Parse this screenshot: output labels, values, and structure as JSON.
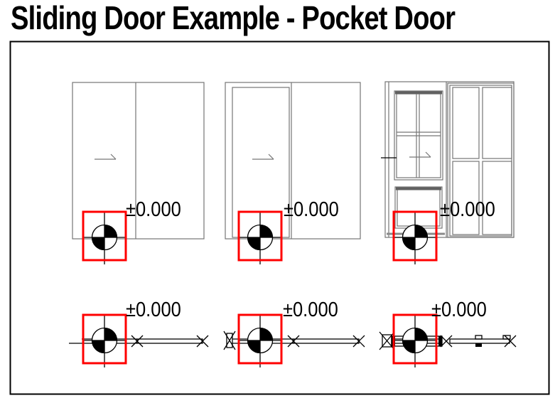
{
  "title": "Sliding Door Example - Pocket Door",
  "colors": {
    "accent_red": "#ff0000",
    "line_gray": "#767676"
  },
  "drawing": {
    "views": [
      {
        "id": "elevation-two-panel-sliding",
        "level": "±0.000"
      },
      {
        "id": "elevation-pocket-door-leaf",
        "level": "±0.000"
      },
      {
        "id": "elevation-glazed-pocket-door",
        "level": "±0.000"
      },
      {
        "id": "plan-sliding-door-1",
        "level": "±0.000"
      },
      {
        "id": "plan-sliding-door-2",
        "level": "±0.000"
      },
      {
        "id": "plan-pocket-door-detailed",
        "level": "±0.000"
      }
    ]
  }
}
